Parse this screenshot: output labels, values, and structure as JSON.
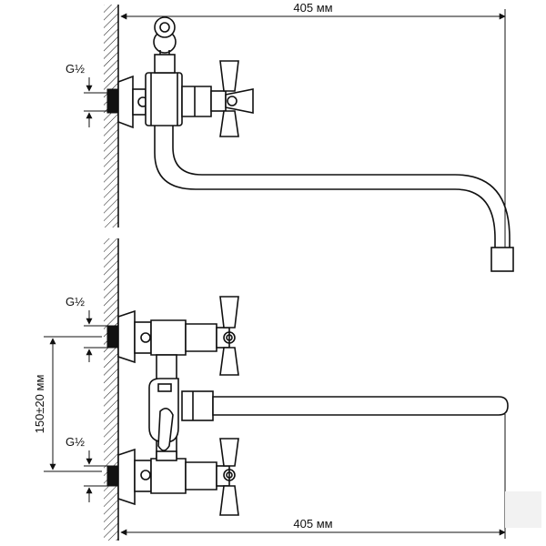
{
  "dimensions": {
    "top_width": "405 мм",
    "bottom_width": "405 мм",
    "center_distance": "150±20 мм"
  },
  "threads": {
    "top": "G½",
    "bottom_upper": "G½",
    "bottom_lower": "G½"
  },
  "colors": {
    "line": "#111111",
    "background": "#ffffff"
  }
}
